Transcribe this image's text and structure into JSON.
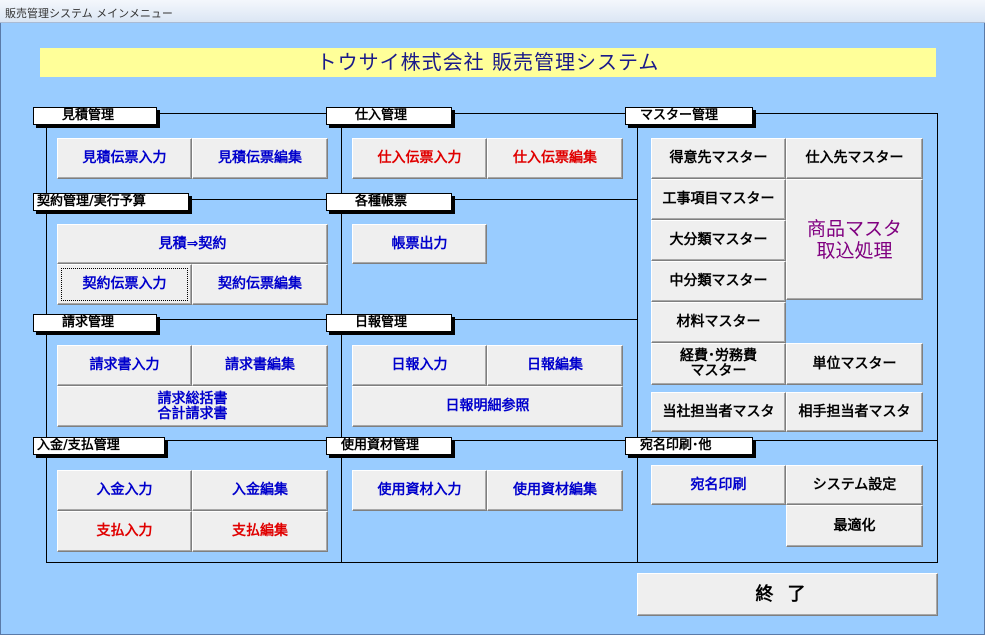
{
  "window_title": "販売管理システム メインメニュー",
  "banner": "トウサイ株式会社 販売管理システム",
  "sections": {
    "estimate": "見積管理",
    "purchase": "仕入管理",
    "master": "マスター管理",
    "contract": "契約管理/実行予算",
    "reports": "各種帳票",
    "billing": "請求管理",
    "daily": "日報管理",
    "payment": "入金/支払管理",
    "materials": "使用資材管理",
    "address": "宛名印刷･他"
  },
  "buttons": {
    "estimate_entry": "見積伝票入力",
    "estimate_edit": "見積伝票編集",
    "estimate_to_contract": "見積⇒契約",
    "contract_entry": "契約伝票入力",
    "contract_edit": "契約伝票編集",
    "invoice_entry": "請求書入力",
    "invoice_edit": "請求書編集",
    "invoice_summary_1": "請求総括書",
    "invoice_summary_2": "合計請求書",
    "deposit_entry": "入金入力",
    "deposit_edit": "入金編集",
    "payment_entry": "支払入力",
    "payment_edit": "支払編集",
    "purchase_entry": "仕入伝票入力",
    "purchase_edit": "仕入伝票編集",
    "report_output": "帳票出力",
    "daily_entry": "日報入力",
    "daily_edit": "日報編集",
    "daily_detail": "日報明細参照",
    "material_entry": "使用資材入力",
    "material_edit": "使用資材編集",
    "customer_master": "得意先マスター",
    "supplier_master": "仕入先マスター",
    "work_item_master": "工事項目マスター",
    "major_class_master": "大分類マスター",
    "middle_class_master": "中分類マスター",
    "material_master": "材料マスター",
    "expense_master_1": "経費･労務費",
    "expense_master_2": "マスター",
    "unit_master": "単位マスター",
    "own_staff_master": "当社担当者マスタ",
    "partner_staff_master": "相手担当者マスタ",
    "product_import_1": "商品マスタ",
    "product_import_2": "取込処理",
    "address_print": "宛名印刷",
    "system_settings": "システム設定",
    "optimize": "最適化",
    "exit": "終了"
  }
}
